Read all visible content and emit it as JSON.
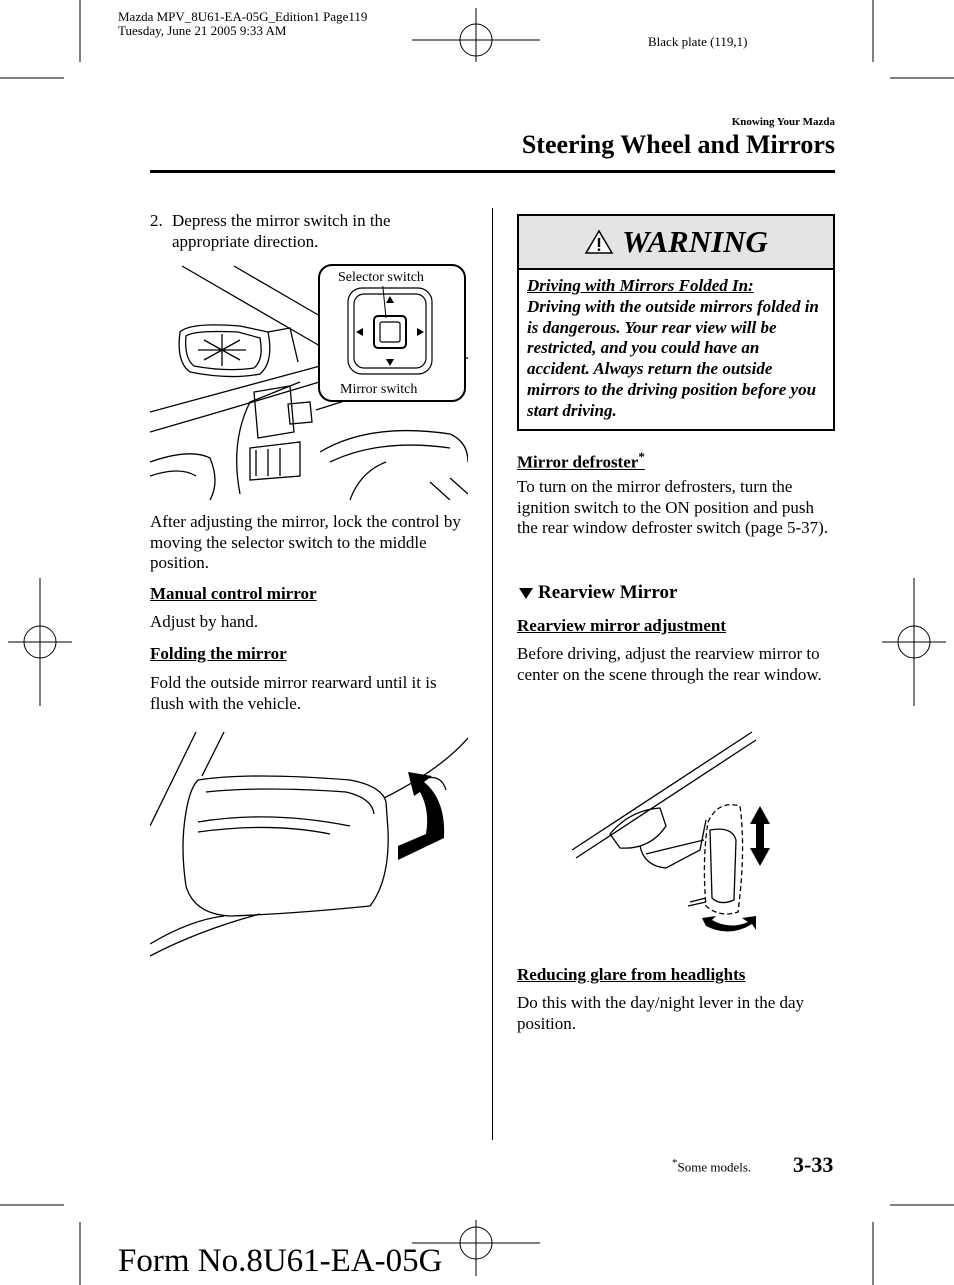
{
  "header": {
    "meta_line1": "Mazda MPV_8U61-EA-05G_Edition1 Page119",
    "meta_line2": "Tuesday, June 21 2005 9:33 AM",
    "plate": "Black plate (119,1)",
    "section_small": "Knowing Your Mazda",
    "section_title": "Steering Wheel and Mirrors"
  },
  "left": {
    "step2_num": "2.",
    "step2_line1": "Depress the mirror switch in the",
    "step2_line2": "appropriate direction.",
    "fig1": {
      "label_selector": "Selector switch",
      "label_mirror": "Mirror switch"
    },
    "after_adjust": "After adjusting the mirror, lock the control by moving the selector switch to the middle position.",
    "manual_head": "Manual control mirror",
    "manual_text": "Adjust by hand.",
    "folding_head": "Folding the mirror",
    "folding_text": "Fold the outside mirror rearward until it is flush with the vehicle."
  },
  "right": {
    "warning": {
      "title": "WARNING",
      "icon": "warning-triangle-icon",
      "lead": "Driving with Mirrors Folded In:",
      "text": "Driving with the outside mirrors folded in is dangerous. Your rear view will be restricted, and you could have an accident. Always return the outside mirrors to the driving position before you start driving."
    },
    "defroster_head": "Mirror defroster",
    "defroster_mark": "*",
    "defroster_text": "To turn on the mirror defrosters, turn the ignition switch to the ON position and push the rear window defroster switch (page 5-37).",
    "rearview_icon": "triangle-bullet-icon",
    "rearview_title": "Rearview Mirror",
    "rearview_adj_head": "Rearview mirror adjustment",
    "rearview_adj_text": "Before driving, adjust the rearview mirror to center on the scene through the rear window.",
    "glare_head": "Reducing glare from headlights",
    "glare_text": "Do this with the day/night lever in the day position."
  },
  "footer": {
    "note_mark": "*",
    "note_text": "Some models.",
    "page_number": "3-33",
    "form_number": "Form No.8U61-EA-05G"
  }
}
